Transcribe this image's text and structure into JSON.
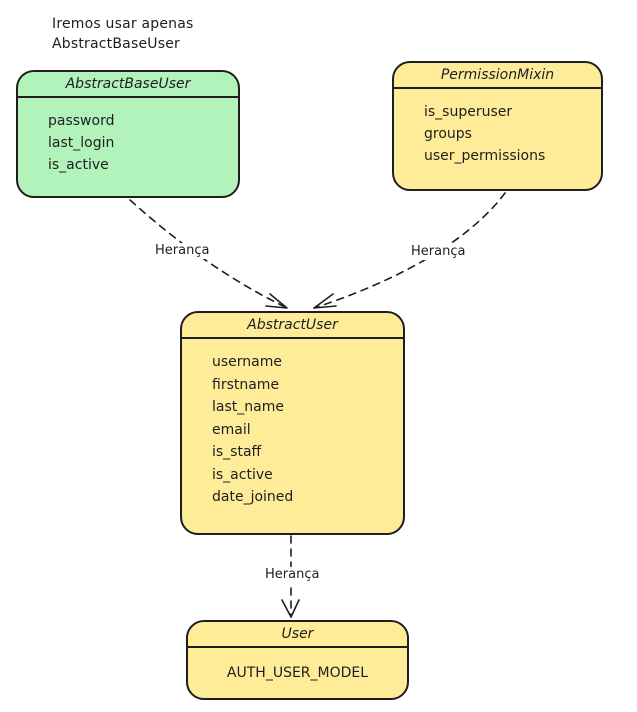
{
  "note": {
    "line1": "Iremos usar apenas",
    "line2": "AbstractBaseUser"
  },
  "boxes": {
    "abstractbaseuser": {
      "title": "AbstractBaseUser",
      "fields": [
        "password",
        "last_login",
        "is_active"
      ],
      "color": "#b2f2bb"
    },
    "permissionmixin": {
      "title": "PermissionMixin",
      "fields": [
        "is_superuser",
        "groups",
        "user_permissions"
      ],
      "color": "#ffec99"
    },
    "abstractuser": {
      "title": "AbstractUser",
      "fields": [
        "username",
        "firstname",
        "last_name",
        "email",
        "is_staff",
        "is_active",
        "date_joined"
      ],
      "color": "#ffec99"
    },
    "user": {
      "title": "User",
      "fields": [
        "AUTH_USER_MODEL"
      ],
      "color": "#ffec99"
    }
  },
  "edges": [
    {
      "from": "AbstractBaseUser",
      "to": "AbstractUser",
      "label": "Herança"
    },
    {
      "from": "PermissionMixin",
      "to": "AbstractUser",
      "label": "Herança"
    },
    {
      "from": "AbstractUser",
      "to": "User",
      "label": "Herança"
    }
  ]
}
